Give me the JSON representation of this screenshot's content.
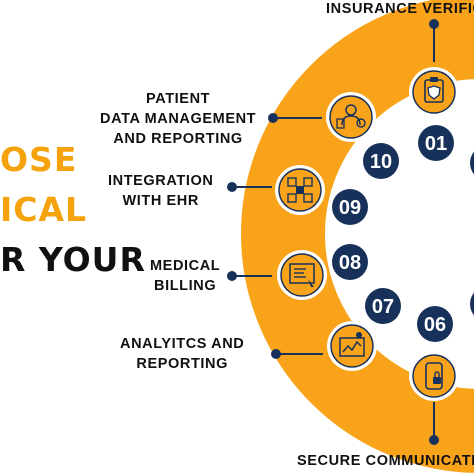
{
  "heading": {
    "line1": "OSE",
    "line2": "ICAL",
    "line3": "R YOUR"
  },
  "features": [
    {
      "number": "01",
      "label_lines": [
        "INSURANCE VERIFIC"
      ]
    },
    {
      "number": "06",
      "label_lines": [
        "SECURE COMMUNICATI"
      ]
    },
    {
      "number": "07",
      "label_lines": [
        "ANALYITCS AND",
        "REPORTING"
      ]
    },
    {
      "number": "08",
      "label_lines": [
        "MEDICAL",
        "BILLING"
      ]
    },
    {
      "number": "09",
      "label_lines": [
        "INTEGRATION",
        "WITH EHR"
      ]
    },
    {
      "number": "10",
      "label_lines": [
        "PATIENT",
        "DATA MANAGEMENT",
        "AND REPORTING"
      ]
    }
  ],
  "colors": {
    "ring": "#f9a31b",
    "navy": "#17315a",
    "accent": "#f5a20c"
  },
  "icons": [
    "clipboard-shield-icon",
    "phone-lock-icon",
    "analytics-chart-icon",
    "billing-document-icon",
    "ehr-network-icon",
    "doctor-data-icon"
  ]
}
